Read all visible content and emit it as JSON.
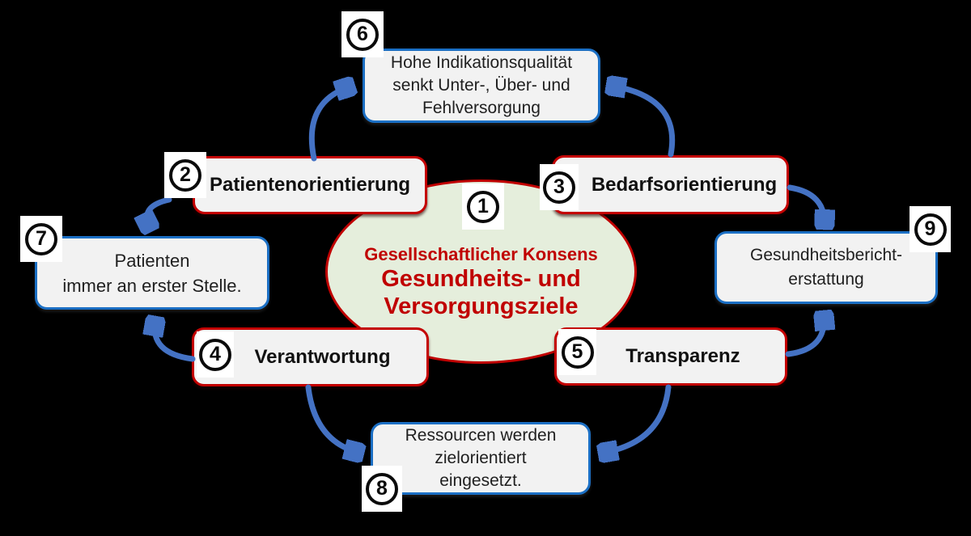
{
  "center": {
    "number": "1",
    "subtitle": "Gesellschaftlicher Konsens",
    "title_line1": "Gesundheits- und",
    "title_line2": "Versorgungsziele"
  },
  "boxes": {
    "b2": {
      "number": "2",
      "label": "Patientenorientierung"
    },
    "b3": {
      "number": "3",
      "label": "Bedarfsorientierung"
    },
    "b4": {
      "number": "4",
      "label": "Verantwortung"
    },
    "b5": {
      "number": "5",
      "label": "Transparenz"
    },
    "b6": {
      "number": "6",
      "lines": [
        "Hohe Indikationsqualität",
        "senkt Unter-, Über- und",
        "Fehlversorgung"
      ]
    },
    "b7": {
      "number": "7",
      "lines": [
        "Patienten",
        "immer an erster Stelle."
      ]
    },
    "b8": {
      "number": "8",
      "lines": [
        "Ressourcen werden",
        "zielorientiert",
        "eingesetzt."
      ]
    },
    "b9": {
      "number": "9",
      "lines": [
        "Gesundheitsbericht-",
        "erstattung"
      ]
    }
  },
  "arrows": [
    {
      "from": "2",
      "to": "6"
    },
    {
      "from": "3",
      "to": "6"
    },
    {
      "from": "2",
      "to": "7"
    },
    {
      "from": "4",
      "to": "7"
    },
    {
      "from": "4",
      "to": "8"
    },
    {
      "from": "5",
      "to": "8"
    },
    {
      "from": "3",
      "to": "9"
    },
    {
      "from": "5",
      "to": "9"
    }
  ],
  "colors": {
    "background": "#000000",
    "box_fill": "#f2f2f2",
    "red_border": "#c40000",
    "blue_border": "#1b6fc4",
    "arrow_blue": "#4472c4",
    "ellipse_fill": "#e5eedc",
    "ellipse_border": "#c00000",
    "center_text_red": "#c00000",
    "box_text": "#1f1f1f"
  }
}
